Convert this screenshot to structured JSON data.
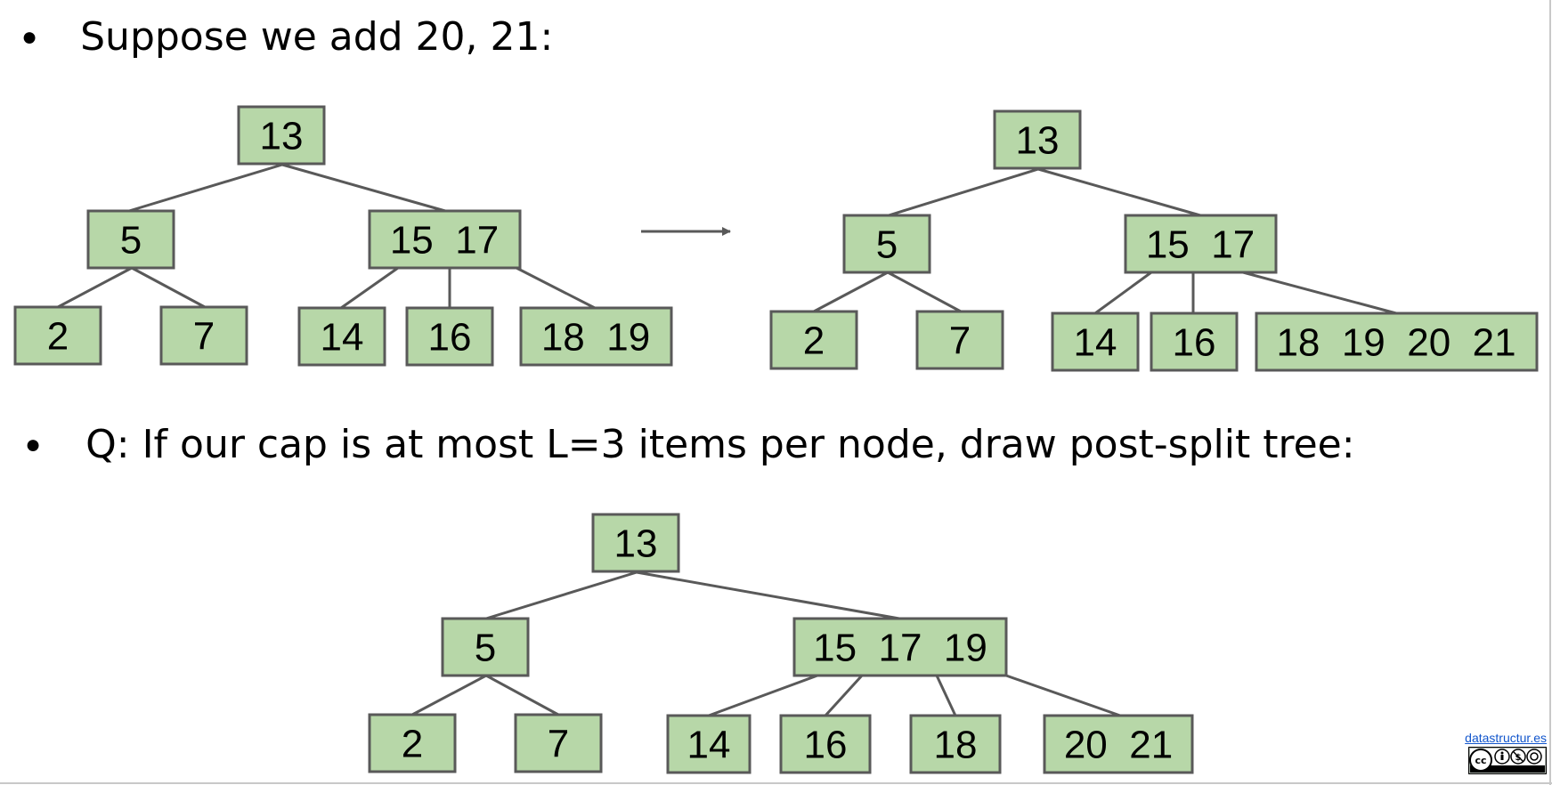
{
  "bullets": [
    {
      "symbol": "●",
      "text": "Suppose we add 20, 21:"
    },
    {
      "symbol": "●",
      "text": "Q: If our cap is at most L=3 items per node, draw post-split tree:"
    }
  ],
  "trees": {
    "before": {
      "nodes": [
        {
          "id": "b-root",
          "label": "13"
        },
        {
          "id": "b-5",
          "label": "5"
        },
        {
          "id": "b-1517",
          "label": "15  17"
        },
        {
          "id": "b-2",
          "label": "2"
        },
        {
          "id": "b-7",
          "label": "7"
        },
        {
          "id": "b-14",
          "label": "14"
        },
        {
          "id": "b-16",
          "label": "16"
        },
        {
          "id": "b-1819",
          "label": "18  19"
        }
      ]
    },
    "after": {
      "nodes": [
        {
          "id": "a-root",
          "label": "13"
        },
        {
          "id": "a-5",
          "label": "5"
        },
        {
          "id": "a-1517",
          "label": "15  17"
        },
        {
          "id": "a-2",
          "label": "2"
        },
        {
          "id": "a-7",
          "label": "7"
        },
        {
          "id": "a-14",
          "label": "14"
        },
        {
          "id": "a-16",
          "label": "16"
        },
        {
          "id": "a-18192021",
          "label": "18  19  20  21"
        }
      ]
    },
    "split": {
      "nodes": [
        {
          "id": "s-root",
          "label": "13"
        },
        {
          "id": "s-5",
          "label": "5"
        },
        {
          "id": "s-151719",
          "label": "15  17  19"
        },
        {
          "id": "s-2",
          "label": "2"
        },
        {
          "id": "s-7",
          "label": "7"
        },
        {
          "id": "s-14",
          "label": "14"
        },
        {
          "id": "s-16",
          "label": "16"
        },
        {
          "id": "s-18",
          "label": "18"
        },
        {
          "id": "s-2021",
          "label": "20  21"
        }
      ]
    }
  },
  "colors": {
    "node_fill": "#b7d7a8",
    "node_stroke": "#595959",
    "link": "#1155cc"
  },
  "credit": {
    "link_text": "datastructur.es",
    "license_badge": "cc-by-nc-sa-icon"
  }
}
